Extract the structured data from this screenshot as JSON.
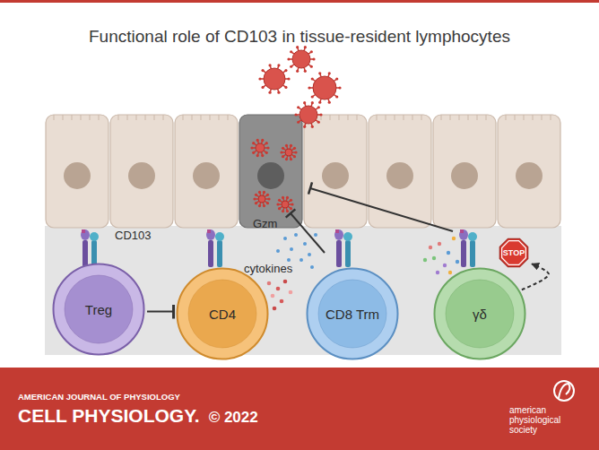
{
  "diagram": {
    "title": "Functional role of CD103 in tissue-resident lymphocytes",
    "nodes": [
      {
        "text": [
          "Treg"
        ]
      },
      {
        "text": [
          "CD4"
        ]
      },
      {
        "text": [
          "CD8 Trm"
        ]
      },
      {
        "text": [
          "γδ"
        ]
      },
      {
        "text": [
          "STOP"
        ]
      }
    ],
    "edges": [
      {
        "from": 0,
        "to": 1,
        "arrow": "to"
      },
      {
        "from": 3,
        "to": 4,
        "arrow": "to"
      }
    ],
    "labels": [
      "CD103",
      "Gzm",
      "cytokines",
      "AMERICAN JOURNAL OF PHYSIOLOGY",
      "CELL PHYSIOLOGY.",
      "© 2022",
      "american physiological society"
    ]
  }
}
